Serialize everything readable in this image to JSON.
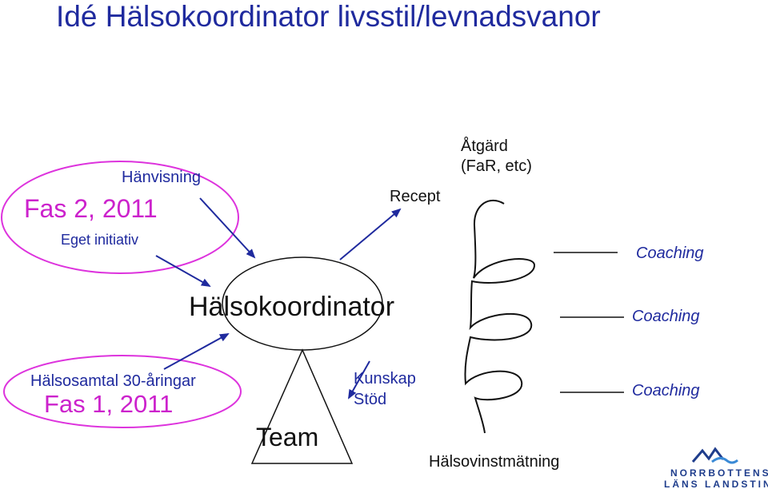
{
  "slide": {
    "title": "Idé Hälsokoordinator livsstil/levnadsvanor"
  },
  "phase2": {
    "label": "Fas 2, 2011",
    "referral": "Hänvisning",
    "own_initiative": "Eget initiativ"
  },
  "phase1": {
    "health_talk": "Hälsosamtal 30-åringar",
    "label": "Fas 1, 2011"
  },
  "center": {
    "coordinator": "Hälsokoordinator",
    "team": "Team",
    "prescription": "Recept",
    "knowledge": "Kunskap",
    "support": "Stöd"
  },
  "action": {
    "line1": "Åtgärd",
    "line2": "(FaR, etc)",
    "coaching": [
      "Coaching",
      "Coaching",
      "Coaching"
    ],
    "measurement": "Hälsovinstmätning"
  },
  "logo": {
    "line1": "NORRBOTTENS",
    "line2": "LÄNS LANDSTING"
  },
  "colors": {
    "title": "#1f2a9e",
    "phase": "#cc22cc",
    "arrows": "#1f2a9e",
    "outlines": "#111111"
  }
}
